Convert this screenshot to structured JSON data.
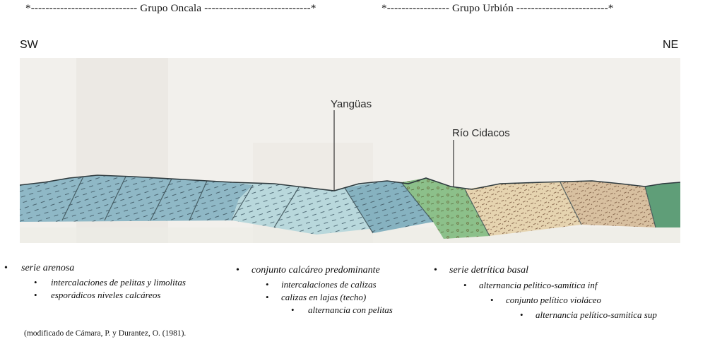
{
  "header": {
    "oncala": "*----------------------------- Grupo Oncala -----------------------------*",
    "urbion": "*----------------- Grupo Urbión -------------------------*"
  },
  "orientation": {
    "left": "SW",
    "right": "NE"
  },
  "section": {
    "labels": {
      "town": "Yangüas",
      "river": "Río Cidacos"
    },
    "colors": {
      "paper": "#f2f0ec",
      "blue_unit": "#8fb8c6",
      "light_blue_unit": "#b9d8dc",
      "calcareous_unit": "#a9c9c7",
      "green_unit": "#8cc08a",
      "tan_unit": "#e6d4b0",
      "violet_tan_unit": "#d8c0a0",
      "dark_green_unit": "#5f9e78"
    }
  },
  "legend": {
    "col1": {
      "title": "serie arenosa",
      "items": [
        "intercalaciones de pelitas y limolitas",
        "esporádicos niveles calcáreos"
      ]
    },
    "col2": {
      "title": "conjunto calcáreo predominante",
      "items": [
        "intercalaciones de calizas",
        "calizas en lajas (techo)"
      ],
      "subitem": "alternancia con pelitas"
    },
    "col3": {
      "title": "serie detrítica basal",
      "item1": "alternancia pelitico-samítica inf",
      "item2": "conjunto pelítico violáceo",
      "item3": "alternancia pelítico-samitica sup"
    }
  },
  "source": "(modificado de Cámara, P. y Durantez, O. (1981)."
}
